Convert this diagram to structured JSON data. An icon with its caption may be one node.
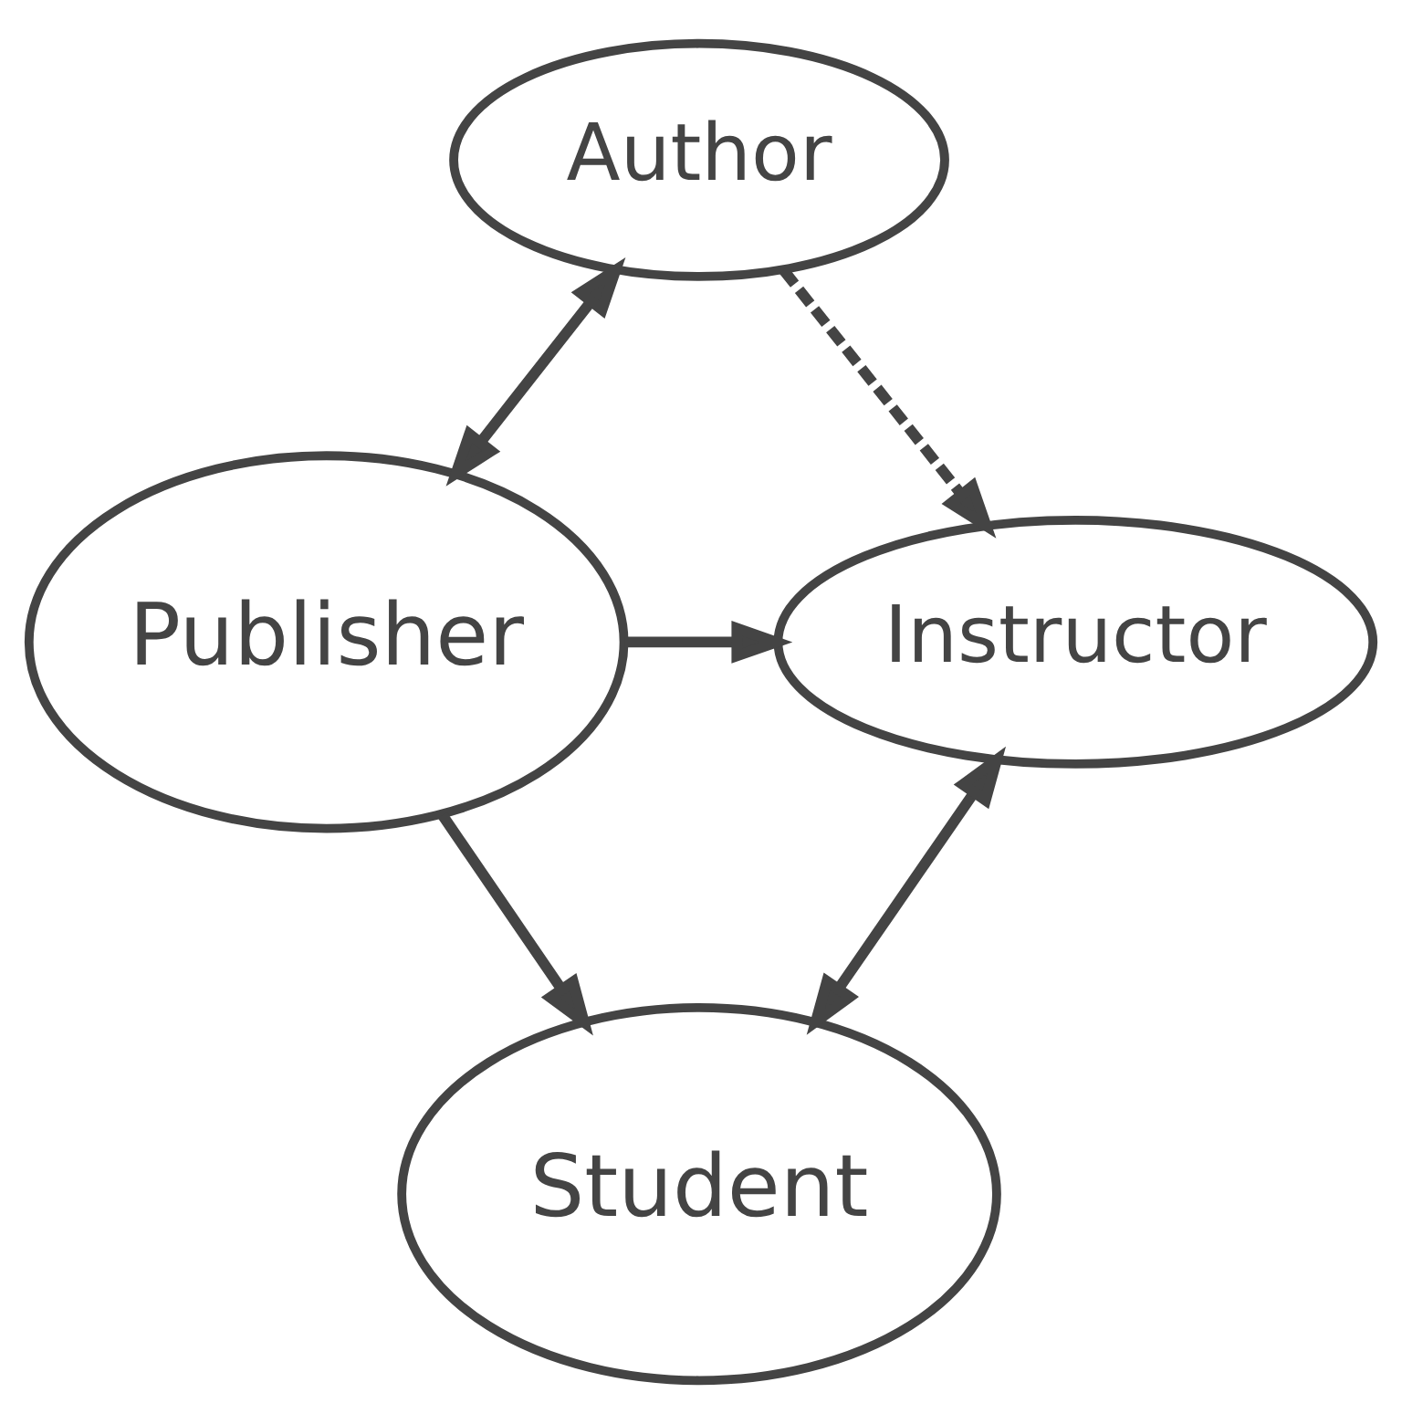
{
  "diagram": {
    "nodes": [
      {
        "text": [
          "Author"
        ]
      },
      {
        "text": [
          "Publisher"
        ]
      },
      {
        "text": [
          "Instructor"
        ]
      },
      {
        "text": [
          "Student"
        ]
      }
    ],
    "edges": [
      {
        "from": 0,
        "to": 1,
        "arrow": "both"
      },
      {
        "from": 0,
        "to": 2,
        "arrow": "to",
        "style": "dashed"
      },
      {
        "from": 1,
        "to": 2,
        "arrow": "to"
      },
      {
        "from": 1,
        "to": 3,
        "arrow": "to"
      },
      {
        "from": 2,
        "to": 3,
        "arrow": "both"
      }
    ]
  }
}
